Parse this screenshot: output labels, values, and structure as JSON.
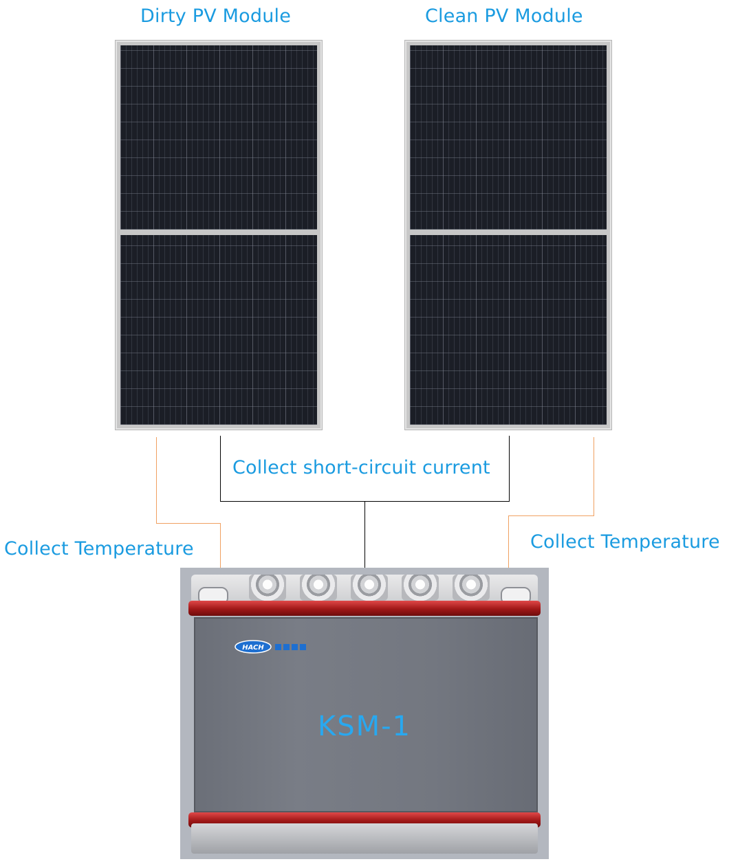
{
  "labels": {
    "dirty_module": "Dirty PV Module",
    "clean_module": "Clean PV Module",
    "collect_current": "Collect short-circuit current",
    "collect_temperature_left": "Collect Temperature",
    "collect_temperature_right": "Collect Temperature"
  },
  "device": {
    "model": "KSM-1",
    "logo_text": "HACH"
  },
  "colors": {
    "label_text": "#1a9be0",
    "temperature_line": "#f0a060",
    "current_line": "#000000",
    "device_rim": "#c02020"
  }
}
